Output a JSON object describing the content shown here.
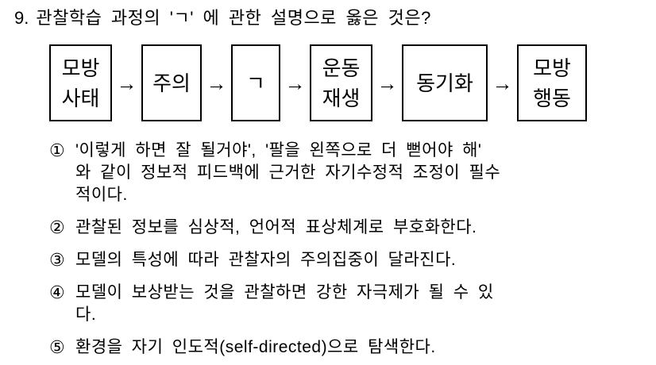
{
  "question": {
    "number": "9.",
    "title": "관찰학습 과정의 'ㄱ' 에 관한 설명으로 옳은 것은?"
  },
  "diagram": {
    "arrow": "→",
    "boxes": [
      {
        "label": "모방\n사태"
      },
      {
        "label": "주의"
      },
      {
        "label": "ㄱ"
      },
      {
        "label": "운동\n재생"
      },
      {
        "label": "동기화"
      },
      {
        "label": "모방\n행동"
      }
    ]
  },
  "options": [
    {
      "marker": "①",
      "text": "'이렇게 하면 잘 될거야', '팔을 왼쪽으로 더 뻗어야 해'\n와 같이 정보적 피드백에 근거한 자기수정적 조정이 필수\n적이다."
    },
    {
      "marker": "②",
      "text": "관찰된 정보를 심상적, 언어적 표상체계로 부호화한다."
    },
    {
      "marker": "③",
      "text": "모델의 특성에 따라 관찰자의 주의집중이 달라진다."
    },
    {
      "marker": "④",
      "text": "모델이 보상받는 것을 관찰하면 강한 자극제가 될 수 있\n다."
    },
    {
      "marker": "⑤",
      "text": "환경을 자기 인도적(self-directed)으로 탐색한다."
    }
  ]
}
